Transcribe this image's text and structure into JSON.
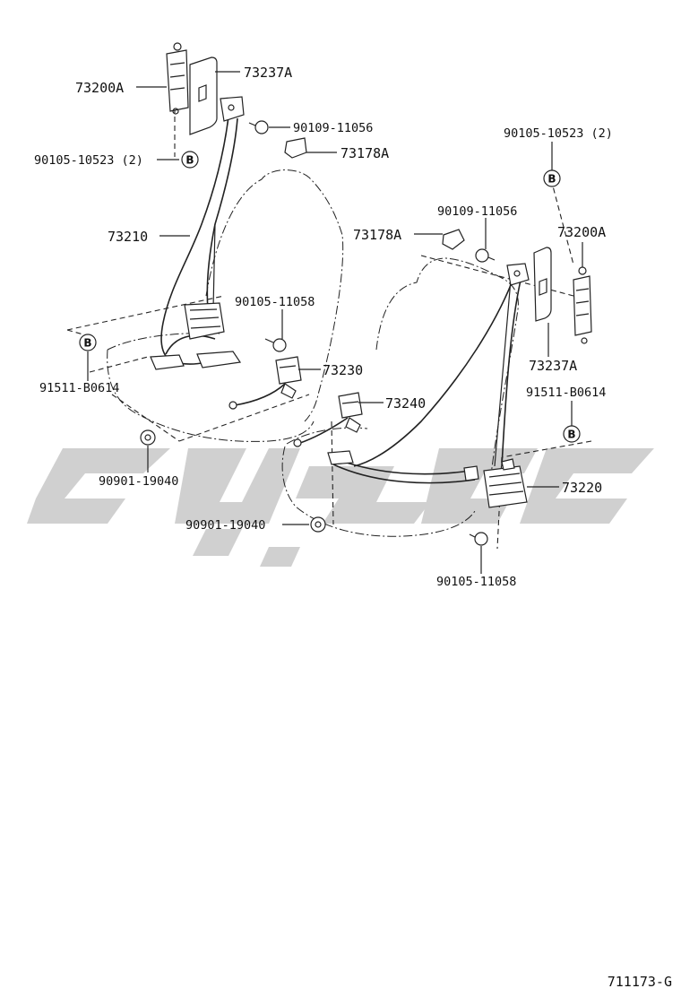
{
  "colors": {
    "line": "#222222",
    "watermark": "#c8c8c8",
    "background": "#ffffff"
  },
  "labels": {
    "p73200A_left": "73200A",
    "p73237A_left": "73237A",
    "p90109_left": "90109-11056",
    "p73178A_left": "73178A",
    "p90105_10523_left": "90105-10523 (2)",
    "p73210": "73210",
    "p90105_11058_left": "90105-11058",
    "p91511_left": "91511-B0614",
    "p73230": "73230",
    "p73240": "73240",
    "p90901_left": "90901-19040",
    "p90901_right": "90901-19040",
    "p90105_10523_right": "90105-10523 (2)",
    "p90109_right": "90109-11056",
    "p73178A_right": "73178A",
    "p73200A_right": "73200A",
    "p73237A_right": "73237A",
    "p91511_right": "91511-B0614",
    "p73220": "73220",
    "p90105_11058_right": "90105-11058"
  },
  "badges": {
    "b1": "B",
    "b2": "B",
    "b3": "B",
    "b4": "B"
  },
  "figure_id": "711173-G"
}
